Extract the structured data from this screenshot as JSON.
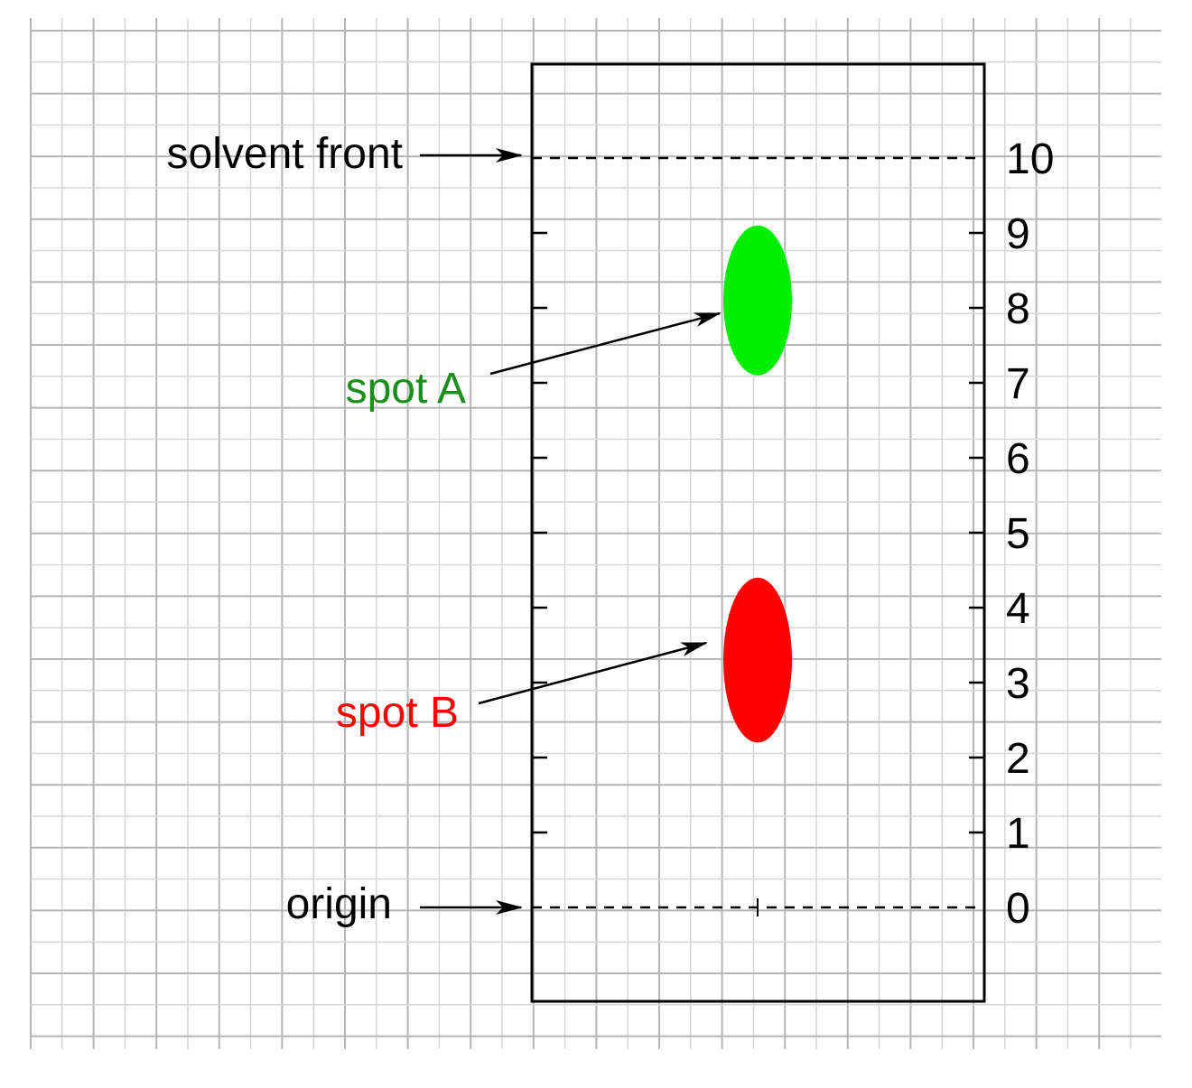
{
  "labels": {
    "solvent_front": "solvent front",
    "origin": "origin",
    "spot_a": "spot A",
    "spot_b": "spot B"
  },
  "scale": {
    "ticks": [
      "0",
      "1",
      "2",
      "3",
      "4",
      "5",
      "6",
      "7",
      "8",
      "9",
      "10"
    ]
  },
  "spots": {
    "spot_a": {
      "color": "#00ee00",
      "center": 8.1,
      "bottom": 7.0,
      "top": 9.0
    },
    "spot_b": {
      "color": "#ff0000",
      "center": 3.3,
      "bottom": 2.2,
      "top": 4.4
    }
  },
  "colors": {
    "spot_a_label": "#1a8f1a",
    "spot_b_label": "#ff0000",
    "ink": "#000000",
    "grid": "#bbbbbb"
  }
}
